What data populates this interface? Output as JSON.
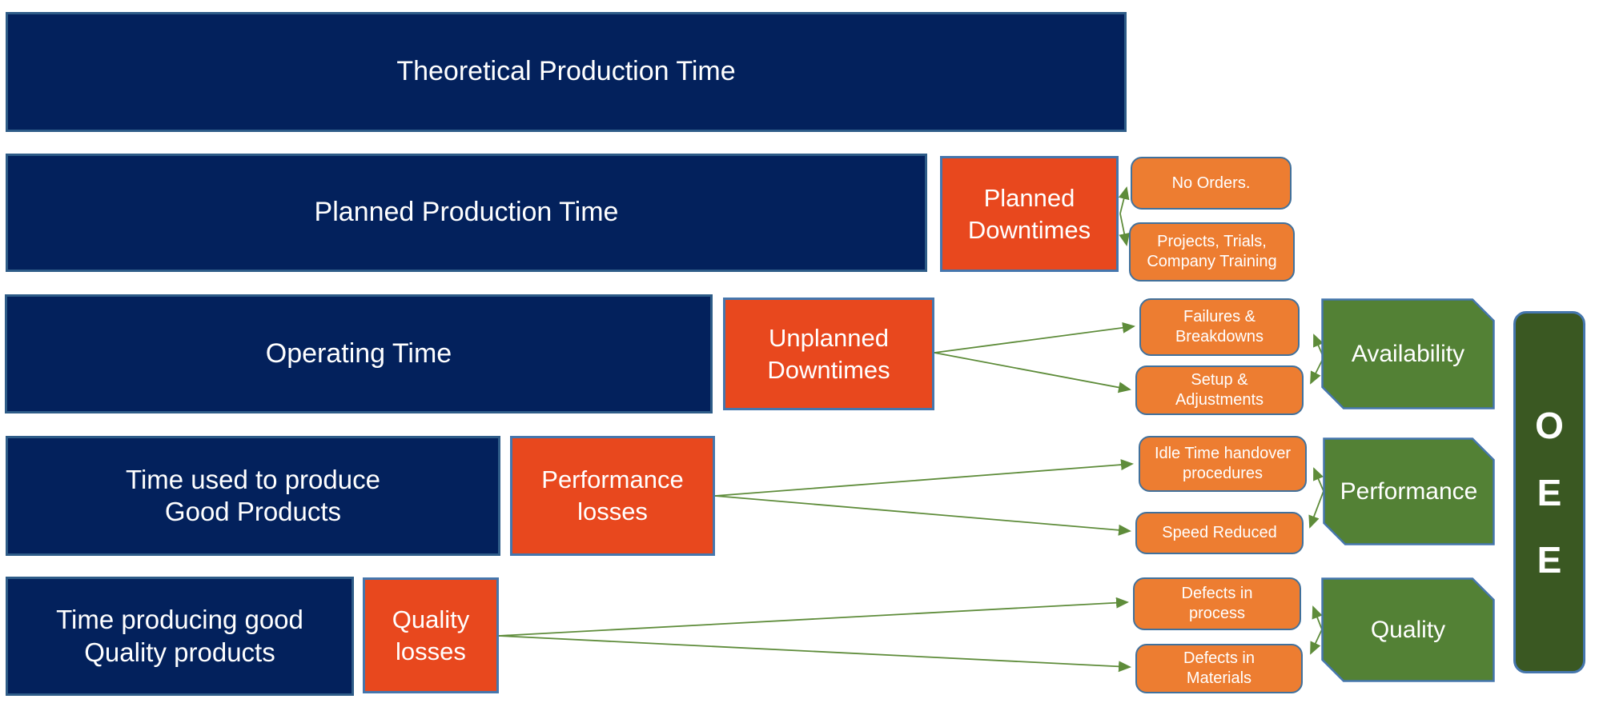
{
  "colors": {
    "navy_fill": "#03215C",
    "navy_border": "#2E5C88",
    "loss_fill": "#E8481E",
    "loss_border": "#4576AD",
    "cause_fill": "#ED7D31",
    "cause_border": "#41719C",
    "category_fill": "#538135",
    "category_border": "#4576AD",
    "oee_fill": "#3A5822",
    "oee_border": "#4576AD",
    "arrow_green": "#5E8C3A",
    "text_white": "#FFFFFF"
  },
  "diagram": {
    "time_bars": [
      {
        "label": "Theoretical Production Time"
      },
      {
        "label": "Planned Production Time"
      },
      {
        "label": "Operating Time"
      },
      {
        "label": "Time used to produce\nGood Products"
      },
      {
        "label": "Time producing good\nQuality products"
      }
    ],
    "loss_boxes": [
      {
        "label": "Planned\nDowntimes"
      },
      {
        "label": "Unplanned\nDowntimes"
      },
      {
        "label": "Performance\nlosses"
      },
      {
        "label": "Quality\nlosses"
      }
    ],
    "cause_boxes": [
      {
        "label": "No Orders."
      },
      {
        "label": "Projects, Trials,\nCompany Training"
      },
      {
        "label": "Failures &\nBreakdowns"
      },
      {
        "label": "Setup &\nAdjustments"
      },
      {
        "label": "Idle Time handover\nprocedures"
      },
      {
        "label": "Speed Reduced"
      },
      {
        "label": "Defects in\nprocess"
      },
      {
        "label": "Defects in\nMaterials"
      }
    ],
    "category_boxes": [
      {
        "label": "Availability"
      },
      {
        "label": "Performance"
      },
      {
        "label": "Quality"
      }
    ],
    "oee": {
      "letters": [
        "O",
        "E",
        "E"
      ]
    }
  }
}
